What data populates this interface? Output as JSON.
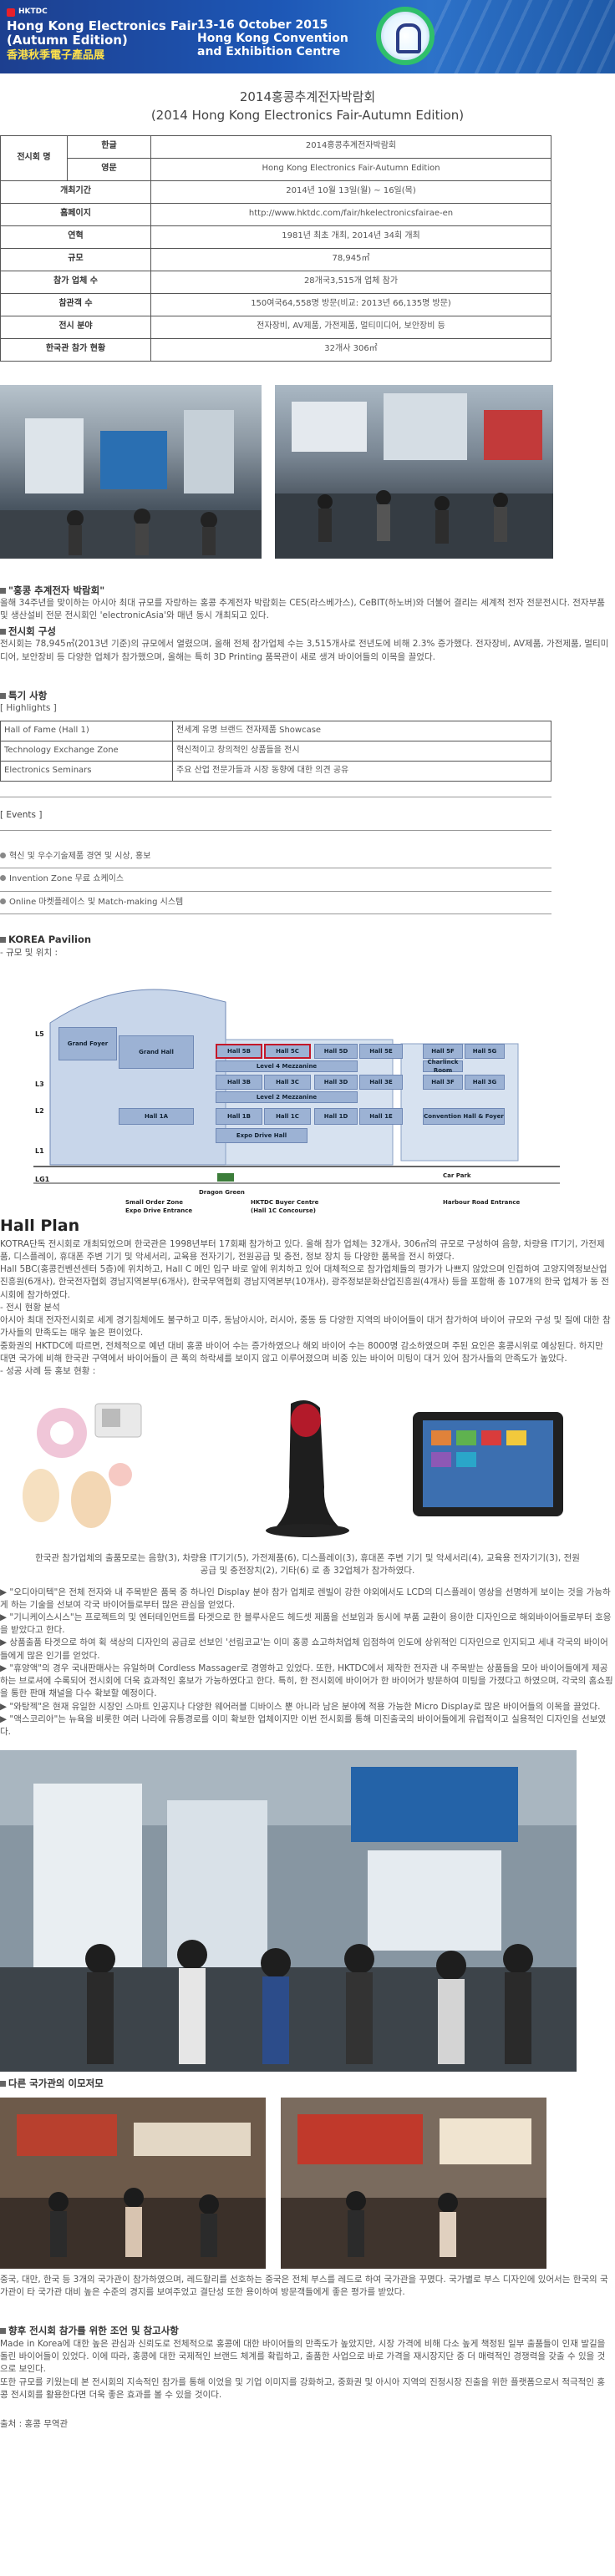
{
  "banner": {
    "org": "HKTDC",
    "fair_line1": "Hong Kong Electronics Fair",
    "fair_line2": "(Autumn Edition)",
    "fair_cn": "香港秋季電子產品展",
    "dates_line1": "13-16 October 2015",
    "dates_line2": "Hong Kong Convention",
    "dates_line3": "and Exhibition Centre"
  },
  "title_kr": "2014홍콩추계전자박람회",
  "title_en": "(2014 Hong Kong Electronics Fair-Autumn Edition)",
  "info_table": {
    "exhibition_name": "전시회 명",
    "korean": "한글",
    "korean_value": "2014홍콩추계전자박람회",
    "english": "영문",
    "english_value": "Hong Kong Electronics Fair-Autumn Edition",
    "rows": [
      {
        "label": "개최기간",
        "value": "2014년 10월 13일(월) ~ 16일(목)"
      },
      {
        "label": "홈페이지",
        "value": "http://www.hktdc.com/fair/hkelectronicsfairae-en"
      },
      {
        "label": "연혁",
        "value": "1981년 최초 개최, 2014년 34회 개최"
      },
      {
        "label": "규모",
        "value": "78,945㎡"
      },
      {
        "label": "참가 업체 수",
        "value": "28개국3,515개 업체 참가"
      },
      {
        "label": "참관객 수",
        "value": "150여국64,558명 방문(비교: 2013년 66,135명 방문)"
      },
      {
        "label": "전시 분야",
        "value": "전자장비, AV제품, 가전제품, 멀티미디어, 보안장비 등"
      },
      {
        "label": "한국관 참가 현황",
        "value": "32개사 306㎡"
      }
    ]
  },
  "overview": {
    "heading": "\"홍콩 추계전자 박람회\"",
    "text": "올해 34주년을 맞이하는 아시아 최대 규모를 자랑하는 홍콩 추계전자 박람회는 CES(라스베가스), CeBIT(하노버)와 더불어 결리는 세계적 전자 전문전시다. 전자부품 및 생산설비 전문 전시회인 'electronicAsia'와 매년 동시 개최되고 있다.",
    "composition_heading": "전시회 구성",
    "composition_text": "전시회는 78,945㎡(2013년 기준)의 규모에서 열렸으며, 올해 전체 참가업체 수는 3,515개사로 전년도에 비해 2.3% 증가했다. 전자장비, AV제품, 가전제품, 멀티미디어, 보안장비 등 다양한 업체가 참가했으며, 올해는 특히 3D Printing 품목관이 새로 생겨 바이어들의 이목을 끌었다."
  },
  "highlights": {
    "heading": "특기 사항",
    "subheading": "[ Highlights ]",
    "rows": [
      {
        "key": "Hall of Fame (Hall 1)",
        "value": "전세계 유명 브랜드 전자제품 Showcase"
      },
      {
        "key": "Technology Exchange Zone",
        "value": "혁신적이고 창의적인 상품들을 전시"
      },
      {
        "key": "Electronics Seminars",
        "value": "주요 산업 전문가들과 시장 동향에 대한 의견 공유"
      }
    ]
  },
  "events": {
    "heading": "[ Events ]",
    "items": [
      "혁신 및 우수기술제품 경연 및 시상, 홍보",
      "Invention Zone 무료 쇼케이스",
      "Online 마켓플레이스 및 Match-making 시스템"
    ]
  },
  "pavilion": {
    "heading": "KOREA Pavilion",
    "sub": "- 규모 및 위치 :"
  },
  "floor_plan": {
    "levels": [
      "L5",
      "L3",
      "L2",
      "L1",
      "LG1"
    ],
    "blocks": [
      {
        "name": "Grand Foyer"
      },
      {
        "name": "Grand Hall"
      },
      {
        "name": "Hall 5B"
      },
      {
        "name": "Hall 5C"
      },
      {
        "name": "Hall 5D"
      },
      {
        "name": "Hall 5E"
      },
      {
        "name": "Hall 5F"
      },
      {
        "name": "Hall 5G"
      },
      {
        "name": "Level 4 Mezzanine"
      },
      {
        "name": "Hall 3B"
      },
      {
        "name": "Hall 3C"
      },
      {
        "name": "Hall 3D"
      },
      {
        "name": "Hall 3E"
      },
      {
        "name": "Hall 3F"
      },
      {
        "name": "Hall 3G"
      },
      {
        "name": "Level 2 Mezzanine"
      },
      {
        "name": "Hall 1A"
      },
      {
        "name": "Hall 1B"
      },
      {
        "name": "Hall 1C"
      },
      {
        "name": "Hall 1D"
      },
      {
        "name": "Hall 1E"
      },
      {
        "name": "Expo Drive Hall"
      },
      {
        "name": "Convention Hall & Foyer"
      },
      {
        "name": "Charlinck Room"
      }
    ],
    "labels": {
      "dragon": "Dragon Green",
      "small_order": "Small Order Zone\nExpo Drive Entrance",
      "buyer_centre": "HKTDC Buyer Centre\n(Hall 1C Concourse)",
      "harbour": "Harbour Road Entrance",
      "car_park": "Car Park"
    }
  },
  "hall_plan": {
    "title": "Hall Plan",
    "text": "KOTRA단독 전시회로 개최되었으며 한국관은 1998년부터 17회째 참가하고 있다. 올해 참가 업체는 32개사, 306㎡의 규모로 구성하여 음향, 차량용 IT기기, 가전제품, 디스플레이, 휴대폰 주변 기기 및 악세서리, 교육용 전자기기, 전원공급 및 충전, 정보 장치 등 다양한 품목을 전시 하였다.",
    "text2": "Hall 5BC(홍콩컨벤션센터 5층)에 위치하고, Hall C 메인 입구 바로 앞에 위치하고 있어 대체적으로 참가업체들의 평가가 나쁘지 않았으며 인접하여 고양지역정보산업진흥원(6개사), 한국전자협회 경남지역본부(6개사), 한국무역협회 경남지역본부(10개사), 광주정보문화산업진흥원(4개사) 등을 포함해 총 107개의 한국 업체가 동 전시회에 참가하였다.",
    "text3": "- 전시 현황 분석",
    "text4": "아시아 최대 전자전시회로 세계 경기침체에도 불구하고 미주, 동남아시아, 러시아, 중동 등 다양한 지역의 바이어들이 대거 참가하여 바이어 규모와 구성 및 질에 대한 참가사들의 만족도는 매우 높은 편이었다.",
    "text5": "중화권의 HKTDC에 따르면, 전체적으로 예년 대비 홍콩 바이어 수는 증가하였으나 해외 바이어 수는 8000명 감소하였으며 주된 요인은 홍콩시위로 예상된다. 하지만 대면 국가에 비해 한국관 구역에서 바이어들이 큰 폭의 하락세를 보이지 않고 이루어졌으며 비중 있는 바이어 미팅이 대거 있어 참가사들의 만족도가 높았다.",
    "text6": "- 성공 사례 등 홍보 현황 :"
  },
  "products_caption": "한국관 참가업체의 출품모로는 음향(3), 차량용 IT기기(5), 가전제품(6), 디스플레이(3), 휴대폰 주변 기기 및 악세서리(4), 교육용 전자기기(3), 전원공급 및 충전장치(2), 기타(6) 로 총 32업체가 참가하였다.",
  "cases": [
    "\"오디아미텍\"은 전체 전자와 내 주목받은 품목 중 하나인 Display 분야 참가 업체로 렌빌이 강한 야외에서도 LCD의 디스플레이 영상을 선명하게 보이는 것을 가능하게 하는 기술을 선보여 각국 바이어들로부터 많은 관심을 얻었다.",
    "\"기니케이스시스\"는 프로젝트의 및 엔터테인먼트를 타겟으로 한 블루사운드 헤드셋 제품을 선보임과 동시에 부품 교환이 용이한 디자인으로 해외바이어들로부터 호응을 받았다고 한다.",
    "상품출품 타겟으로 하여 획 색상의 디자인의 공급로 선보인 '선림코교'는 이미 홍콩 쇼고하처업체 입점하여 인도에 상위적인 디자인으로 인지되고 세내 각국의 바이어들에게 많은 인기를 얻었다.",
    "\"휴양액\"의 경우 국내판매사는 유일하며 Cordless Massager로 경영하고 있었다. 또한, HKTDC에서 제작한 전자관 내 주목받는 상품들을 모아 바이어들에게 제공하는 브로셔에 수록되어 전시회에 더욱 효과적인 홍보가 가능하였다고 한다. 특히, 한 전시회에 바이어가 한 바이어가 방문하여 미팅을 가졌다고 하였으며, 각국의 홈쇼핑을 통한 판매 채널을 다수 확보할 예정이다.",
    "\"와탕젝\"은 현재 유일한 시장인 스마트 인공지나 다양한 웨어러블 디바이스 뿐 아니라 남은 분야에 적용 가능한 Micro Display로 많은 바이어들의 이목을 끌었다.",
    "\"액스코리아\"는 뉴욕을 비롯한 여러 나라에 유통경로를 이미 확보한 업체이지만 이번 전시회를 통해 미진출국의 바이어들에게 유럽적이고 실용적인 디자인을 선보였다."
  ],
  "other_heading": "다른 국가관의 이모저모",
  "other_caption": "중국, 대만, 한국 등 3개의 국가관이 참가하였으며, 레드할리를 선호하는 중국은 전체 부스를 레드로 하여 국가관을 꾸몄다. 국가별로 부스 디자인에 있어서는 한국의 국가관이 타 국가관 대비 높은 수준의 경지를 보여주었고 결단성 또한 용이하여 방문객들에게 좋은 평가를 받았다.",
  "conclusion": {
    "heading": "향후 전시회 참가를 위한 조언 및 참고사항",
    "text": "Made in Korea에 대한 높은 관심과 신뢰도로 전체적으로 홍콩에 대한 바이어들의 만족도가 높았지만, 시장 가격에 비해 다소 높게 책정된 일부 출품들이 인재 발길을 돌린 바이어들이 있었다. 이에 따라, 홍콩에 대한 국제적인 브랜드 체계를 확립하고, 출품한 사업으로 바로 가격을 재시장지단 중 더 매력적인 경쟁력을 갖출 수 있을 것으로 보인다.",
    "text2": "또한 규모를 키웠는데 본 전시회의 지속적인 참가를 통해 이었을 및 기업 이미지를 강화하고, 중화권 및 아시아 지역의 진정시장 진출을 위한 플랫폼으로서 적극적인 홍콩 전시회를 활용한다면 더욱 좋은 효과를 볼 수 있을 것이다.",
    "source": "출처 : 홍콩 무역관"
  }
}
